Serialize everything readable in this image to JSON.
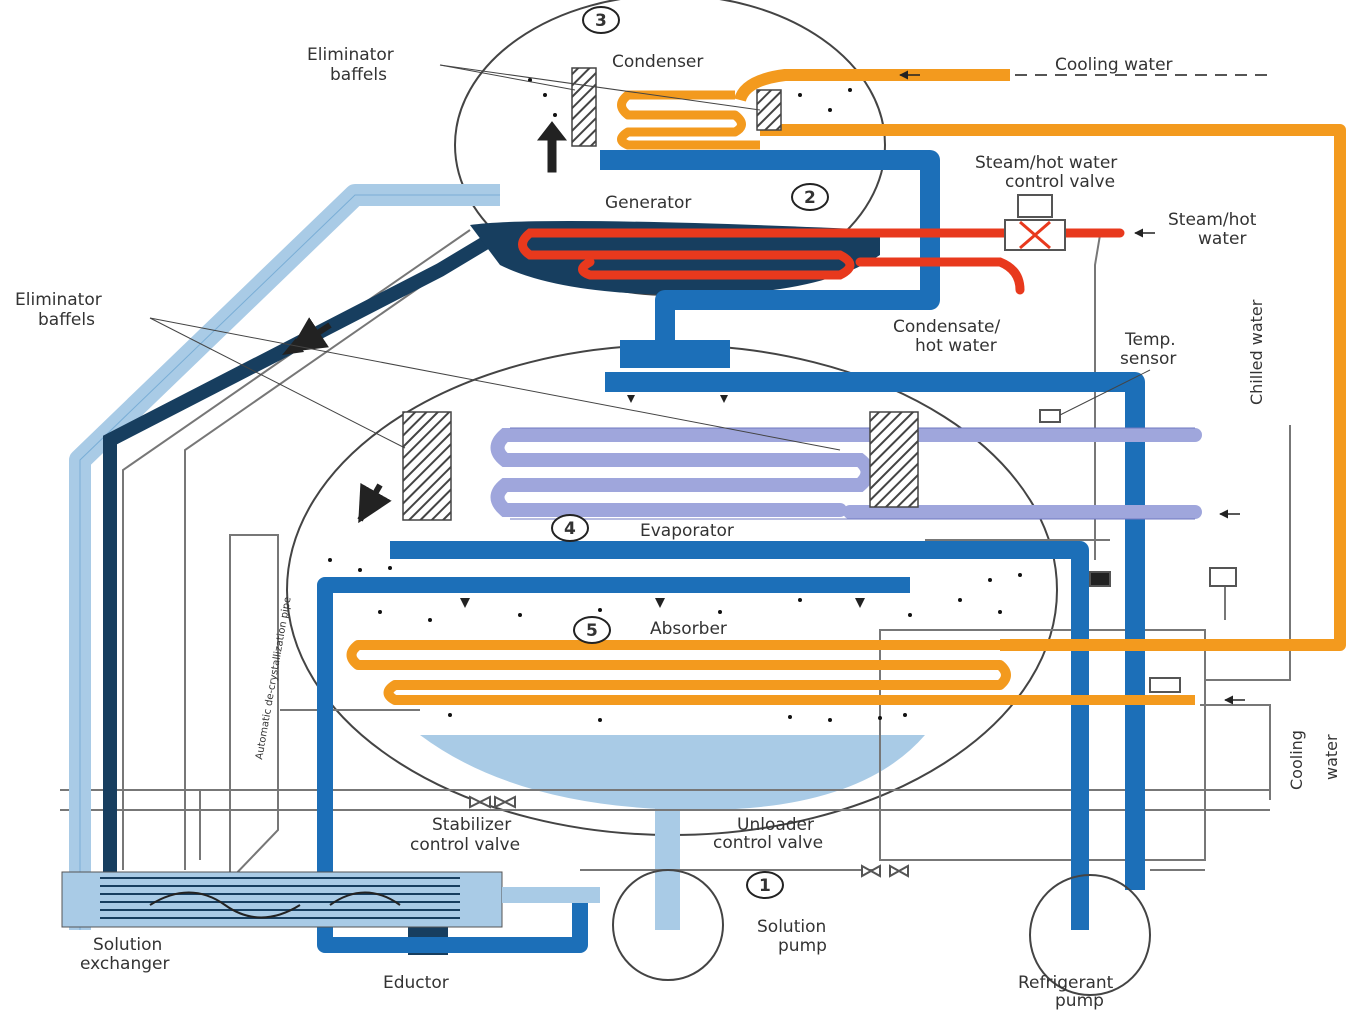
{
  "labels": {
    "condenser": "Condenser",
    "cooling_water_top": "Cooling water",
    "eliminator_baffels_top_1": "Eliminator",
    "eliminator_baffels_top_2": "baffels",
    "steam_valve_1": "Steam/hot water",
    "steam_valve_2": "control valve",
    "generator": "Generator",
    "steam_hot_1": "Steam/hot",
    "steam_hot_2": "water",
    "eliminator_baffels_left_1": "Eliminator",
    "eliminator_baffels_left_2": "baffels",
    "condensate_1": "Condensate/",
    "condensate_2": "hot water",
    "temp_sensor_1": "Temp.",
    "temp_sensor_2": "sensor",
    "chilled_water": "Chilled water",
    "evaporator": "Evaporator",
    "absorber": "Absorber",
    "decryst_pipe": "Automatic de-crystallization pipe",
    "cooling_water_right_1": "Cooling",
    "cooling_water_right_2": "water",
    "stabilizer_1": "Stabilizer",
    "stabilizer_2": "control valve",
    "unloader_1": "Unloader",
    "unloader_2": "control valve",
    "solution_pump_1": "Solution",
    "solution_pump_2": "pump",
    "solution_exchanger_1": "Solution",
    "solution_exchanger_2": "exchanger",
    "eductor": "Eductor",
    "refrigerant_pump_1": "Refrigerant",
    "refrigerant_pump_2": "pump"
  },
  "numbers": {
    "n1": "1",
    "n2": "2",
    "n3": "3",
    "n4": "4",
    "n5": "5"
  },
  "colors": {
    "orange": "#f39a1e",
    "dark_blue": "#1c6fb8",
    "navy": "#173e5f",
    "light_blue": "#a9cbe6",
    "red": "#e8391d",
    "lavender": "#9fa6dc",
    "outline": "#555555"
  }
}
